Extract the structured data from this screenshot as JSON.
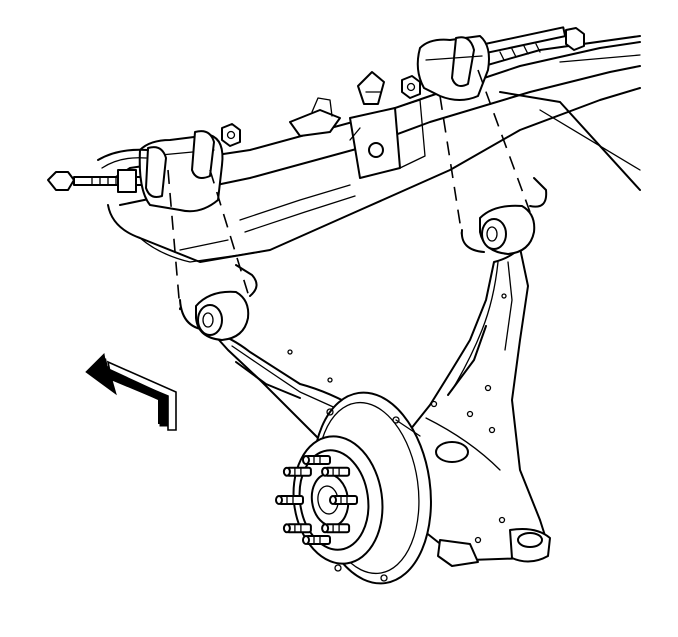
{
  "diagram": {
    "components": [
      "frame-crossmember",
      "upper-control-arm",
      "front-pivot-bolt",
      "front-pivot-nut",
      "rear-pivot-bolt",
      "rear-pivot-nut",
      "front-bushing",
      "rear-bushing",
      "wheel-hub",
      "wheel-studs",
      "brake-backing-plate",
      "front-direction-arrow"
    ],
    "colors": {
      "line": "#000000",
      "background": "#ffffff",
      "arrow_fill": "#000000"
    },
    "wheel_stud_count": 8
  }
}
